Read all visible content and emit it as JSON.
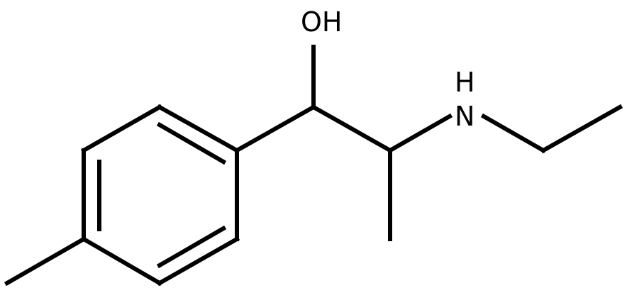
{
  "structure": {
    "atom_labels": {
      "hydroxyl": "OH",
      "amine_nitrogen": "N",
      "amine_hydrogen": "H"
    },
    "colors": {
      "bond": "#000000",
      "label": "#000000",
      "background": "#ffffff"
    }
  }
}
